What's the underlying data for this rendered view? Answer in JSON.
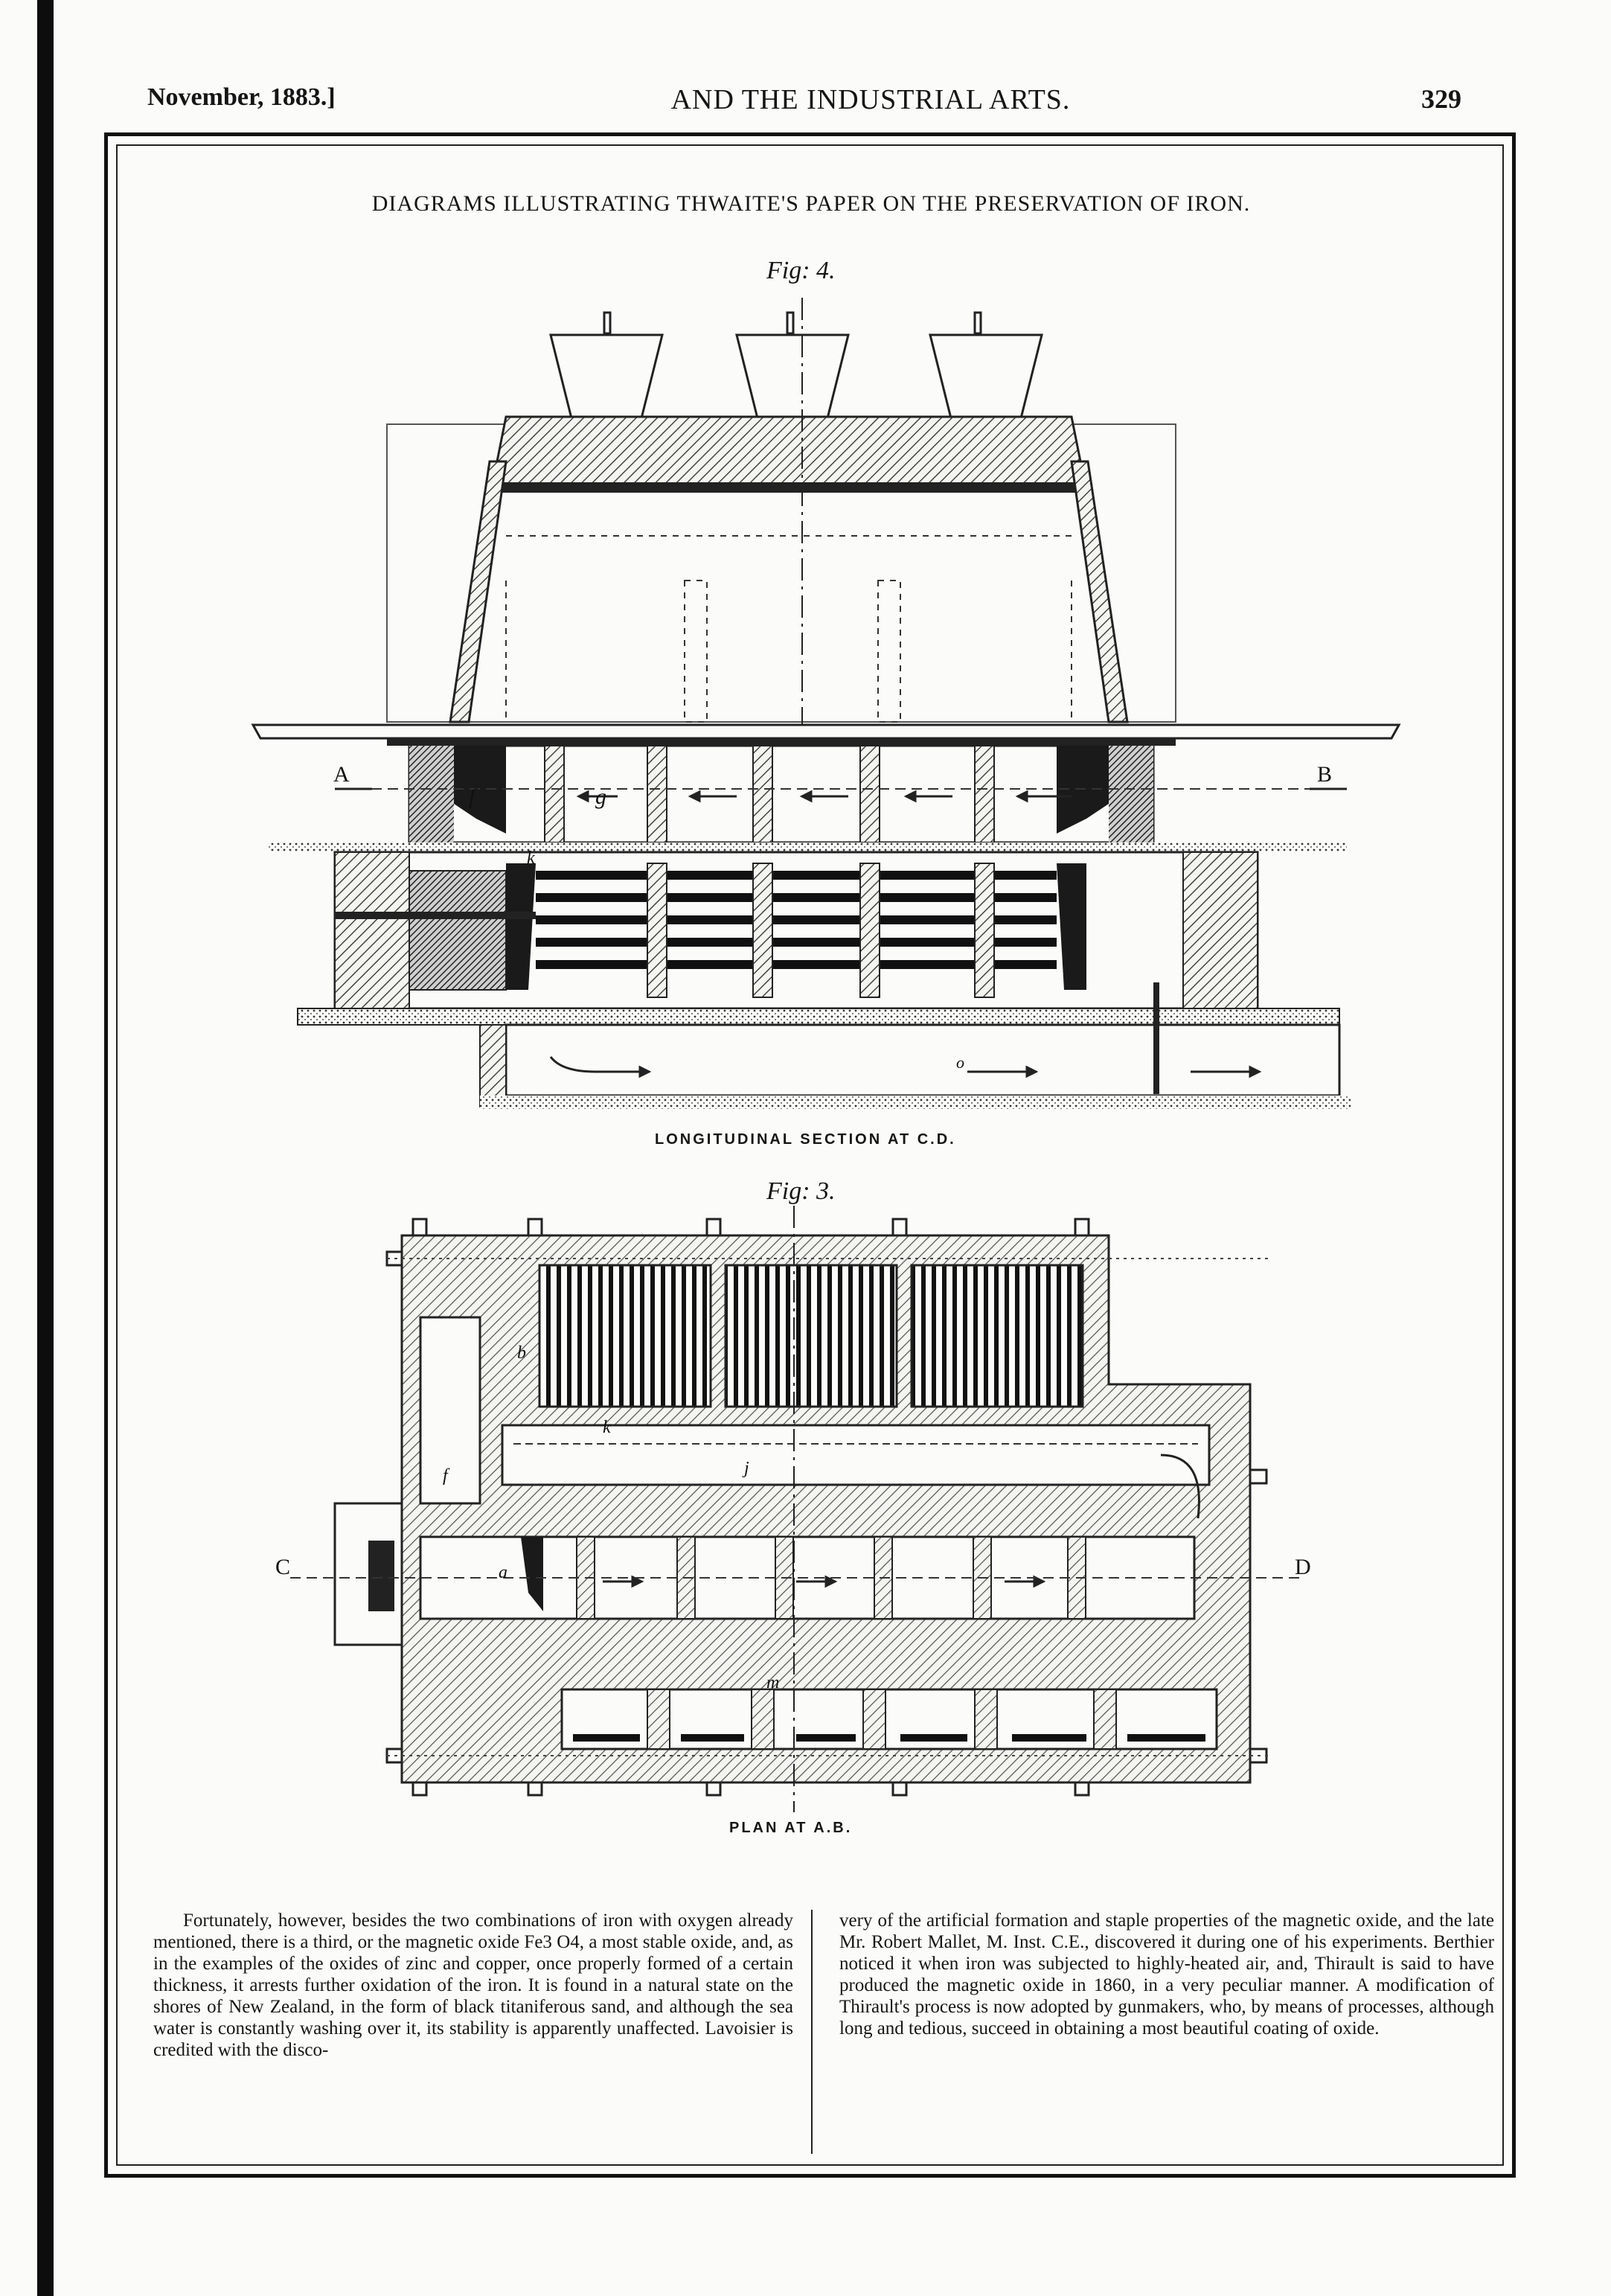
{
  "header": {
    "date": "November, 1883.]",
    "title": "AND THE INDUSTRIAL ARTS.",
    "page_number": "329"
  },
  "plate": {
    "title": "DIAGRAMS ILLUSTRATING THWAITE'S PAPER ON THE PRESERVATION OF IRON.",
    "figure_4": {
      "label": "Fig: 4.",
      "caption": "LONGITUDINAL SECTION AT C.D.",
      "marks": {
        "a": "A",
        "b": "B",
        "f": "f",
        "g": "g",
        "k": "k",
        "o": "o"
      }
    },
    "figure_3": {
      "label": "Fig: 3.",
      "caption": "PLAN AT A.B.",
      "marks": {
        "c": "C",
        "d": "D",
        "k": "k",
        "j": "j",
        "b": "b",
        "m": "m",
        "f": "f",
        "a": "a"
      }
    }
  },
  "article": {
    "left_column": "Fortunately, however, besides the two combinations of iron with oxygen already mentioned, there is a third, or the magnetic oxide Fe3 O4, a most stable oxide, and, as in the examples of the oxides of zinc and copper, once properly formed of a certain thickness, it arrests further oxidation of the iron. It is found in a natural state on the shores of New Zealand, in the form of black titaniferous sand, and although the sea water is constantly washing over it, its stability is apparently unaffected. Lavoisier is credited with the disco-",
    "right_column": "very of the artificial formation and staple properties of the magnetic oxide, and the late Mr. Robert Mallet, M. Inst. C.E., discovered it during one of his experiments. Berthier noticed it when iron was subjected to highly-heated air, and, Thirault is said to have produced the magnetic oxide in 1860, in a very peculiar manner. A modification of Thirault's process is now adopted by gunmakers, who, by means of processes, although long and tedious, succeed in obtaining a most beautiful coating of oxide."
  }
}
